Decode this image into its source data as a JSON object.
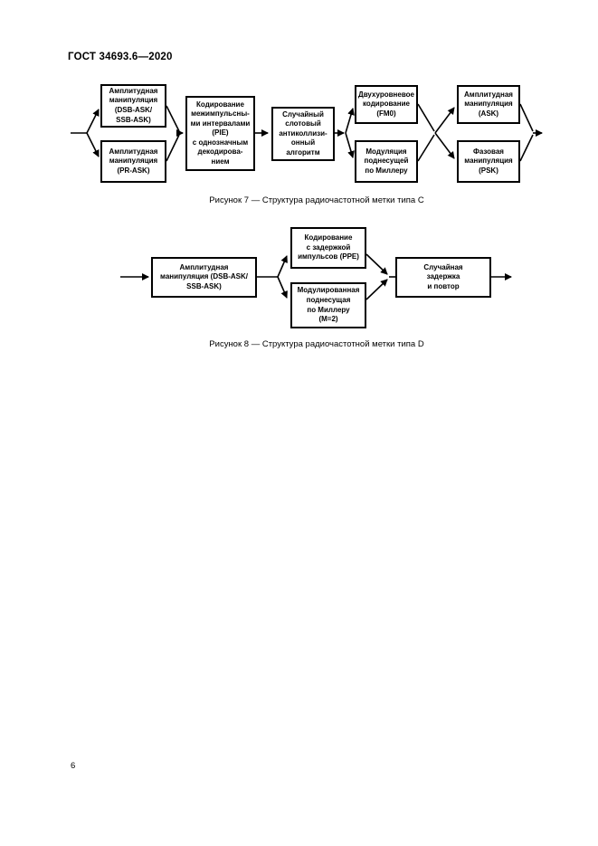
{
  "page": {
    "header": "ГОСТ 34693.6—2020",
    "page_number": "6"
  },
  "figure7": {
    "caption": "Рисунок 7 — Структура радиочастотной метки типа C",
    "boxes": {
      "ask_dsb_ssb": "Амплитудная\nманипуляция\n(DSB-ASK/\nSSB-ASK)",
      "ask_pr": "Амплитудная\nманипуляция\n(PR-ASK)",
      "pie_coding": "Кодирование\nмежимпульсны-\nми интервалами\n(PIE)\nс однозначным\nдекодирова-\nнием",
      "anticollision": "Случайный\nслотовый\nантиколлизи-\nонный\nалгоритм",
      "fm0": "Двухуровневое\nкодирование\n(FM0)",
      "miller": "Модуляция\nподнесущей\nпо Миллеру",
      "ask": "Амплитудная\nманипуляция\n(ASK)",
      "psk": "Фазовая\nманипуляция\n(PSK)"
    }
  },
  "figure8": {
    "caption": "Рисунок 8 — Структура радиочастотной метки типа D",
    "boxes": {
      "ask_dsb_ssb": "Амплитудная\nманипуляция (DSB-ASK/\nSSB-ASK)",
      "ppe_coding": "Кодирование\nс задержкой\nимпульсов (PPE)",
      "miller_m2": "Модулированная\nподнесущая\nпо Миллеру\n(M=2)",
      "random_delay": "Случайная\nзадержка\nи повтор"
    }
  }
}
